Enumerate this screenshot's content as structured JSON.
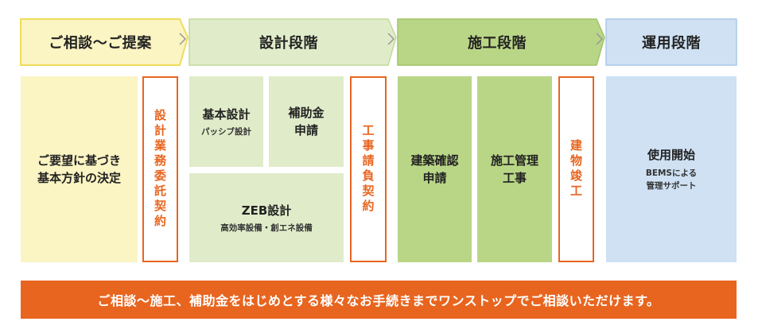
{
  "stages": [
    {
      "label": "ご相談～ご提案"
    },
    {
      "label": "設計段階"
    },
    {
      "label": "施工段階"
    },
    {
      "label": "運用段階"
    }
  ],
  "consult": {
    "line1": "ご要望に基づき",
    "line2": "基本方針の決定"
  },
  "contracts": {
    "design": "設計業務委託契約",
    "construction": "工事請負契約",
    "completion": "建物竣工"
  },
  "design": {
    "basic": {
      "title": "基本設計",
      "sub": "パッシブ設計"
    },
    "subsidy": {
      "line1": "補助金",
      "line2": "申請"
    },
    "zeb": {
      "title": "ZEB設計",
      "sub": "高効率設備・創エネ設備"
    }
  },
  "construction": {
    "permit": {
      "line1": "建築確認",
      "line2": "申請"
    },
    "management": {
      "line1": "施工管理",
      "line2": "工事"
    }
  },
  "operation": {
    "title": "使用開始",
    "sub1": "BEMSによる",
    "sub2": "管理サポート"
  },
  "banner": {
    "text": "ご相談～施工、補助金をはじめとする様々なお手続きまでワンストップでご相談いただけます。"
  },
  "colors": {
    "consult": "#fbf4c3",
    "design": "#e0ecc9",
    "construction": "#b9d686",
    "operation": "#cfe1f3",
    "contract_border": "#e8651f",
    "banner": "#e8651f"
  }
}
